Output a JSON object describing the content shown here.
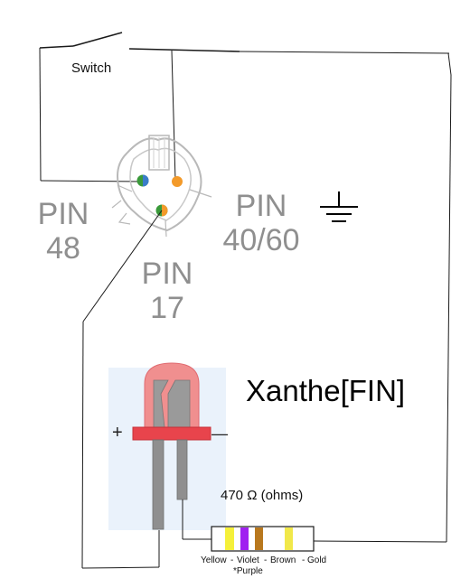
{
  "labels": {
    "switch": "Switch",
    "pin_48_line1": "PIN",
    "pin_48_line2": "48",
    "pin_4060_line1": "PIN",
    "pin_4060_line2": "40/60",
    "pin_17_line1": "PIN",
    "pin_17_line2": "17",
    "title": "Xanthe[FIN]",
    "resistor_value": "470 Ω (ohms)",
    "led_plus": "+",
    "led_minus": "—"
  },
  "resistor_bands": {
    "band_yellow": "Yellow",
    "band_violet": "Violet",
    "band_brown": "Brown",
    "band_gold": "Gold",
    "separator": "-",
    "note": "*Purple"
  },
  "icons": {
    "ground": "ground-symbol-icon",
    "led": "led-icon",
    "resistor": "resistor-icon",
    "switch": "switch-icon",
    "connector": "three-pin-connector-icon"
  },
  "colors": {
    "wire": "#1a1a1a",
    "led_body": "#f08f8f",
    "led_rim": "#e8444c",
    "led_legs": "#8f8f8f",
    "led_backdrop": "#eaf2fb",
    "pin_text": "#8f8f8f",
    "band_yellow": "#f5f03a",
    "band_violet": "#a020f0",
    "band_brown": "#b8781e",
    "band_gold": "#f1e84a",
    "pin_dot_green": "#3a9a3a",
    "pin_dot_blue": "#3a7cc9",
    "pin_dot_orange": "#f39a2a"
  }
}
